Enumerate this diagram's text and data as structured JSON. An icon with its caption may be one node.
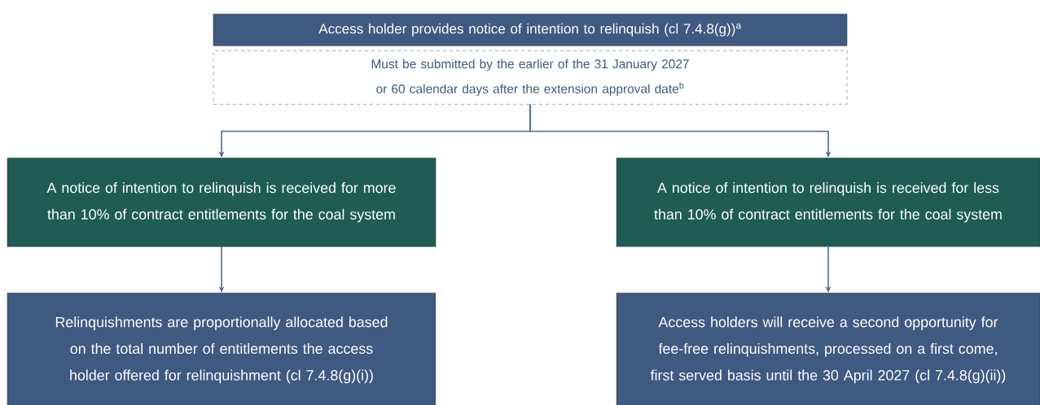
{
  "diagram": {
    "nodes": [
      {
        "text": [
          "Access holder provides notice of intention to relinquish (cl 7.4.8(g))$^{a}$"
        ]
      },
      {
        "text": [
          "Must be submitted by the earlier of the 31 January 2027 or 60 calendar days after the extension approval date$^{b}$"
        ]
      },
      {
        "text": [
          "A notice of intention to relinquish is received for more than 10% of contract entitlements for the coal system"
        ]
      },
      {
        "text": [
          "A notice of intention to relinquish is received for less than 10% of contract entitlements for the coal system"
        ]
      },
      {
        "text": [
          "Relinquishments are proportionally allocated based on the total number of entitlements the access holder offered for relinquishment (cl 7.4.8(g)(i))"
        ]
      },
      {
        "text": [
          "Access holders will receive a second opportunity for fee-free relinquishments, processed on a first come, first served basis until the 30 April 2027 (cl 7.4.8(g)(ii))"
        ]
      }
    ],
    "edges": [
      {
        "from": 1,
        "to": 2,
        "arrow": "to"
      },
      {
        "from": 1,
        "to": 3,
        "arrow": "to"
      },
      {
        "from": 2,
        "to": 4,
        "arrow": "to"
      },
      {
        "from": 3,
        "to": 5,
        "arrow": "to"
      }
    ]
  }
}
